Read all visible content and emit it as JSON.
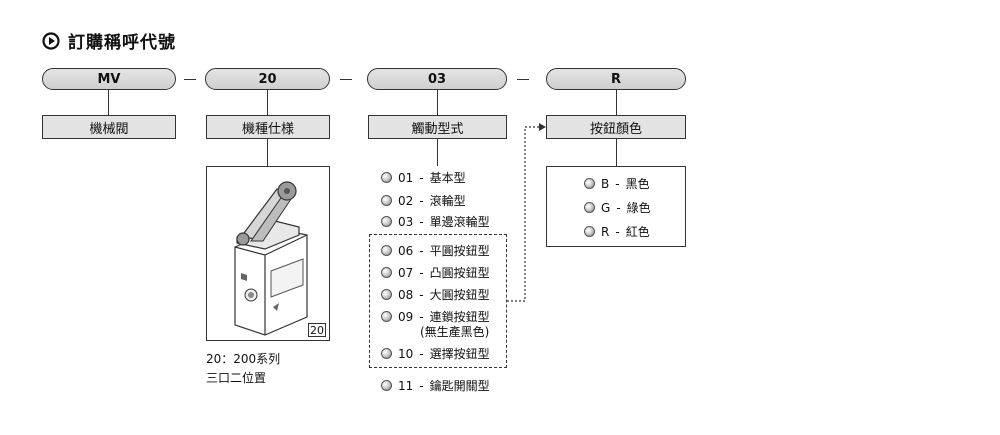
{
  "title": {
    "text": "訂購稱呼代號",
    "icon": "play-circle-icon"
  },
  "codes": [
    {
      "code": "MV",
      "label": "機械閥"
    },
    {
      "code": "20",
      "label": "機種仕様"
    },
    {
      "code": "03",
      "label": "觸動型式"
    },
    {
      "code": "R",
      "label": "按鈕顏色"
    }
  ],
  "series": {
    "image_tag": "20",
    "note_line1": "20：200系列",
    "note_line2": "三口二位置"
  },
  "actuation": {
    "options_top": [
      {
        "code": "01",
        "name": "基本型"
      },
      {
        "code": "02",
        "name": "滾輪型"
      },
      {
        "code": "03",
        "name": "單邊滾輪型"
      }
    ],
    "options_group": [
      {
        "code": "06",
        "name": "平圓按鈕型"
      },
      {
        "code": "07",
        "name": "凸圓按鈕型"
      },
      {
        "code": "08",
        "name": "大圓按鈕型"
      },
      {
        "code": "09",
        "name": "連鎖按鈕型",
        "sub": "(無生產黑色)"
      },
      {
        "code": "10",
        "name": "選擇按鈕型"
      }
    ],
    "options_bottom": [
      {
        "code": "11",
        "name": "鑰匙開關型"
      }
    ]
  },
  "colors": {
    "options": [
      {
        "code": "B",
        "name": "黑色"
      },
      {
        "code": "G",
        "name": "綠色"
      },
      {
        "code": "R",
        "name": "紅色"
      }
    ]
  },
  "separator": "-"
}
